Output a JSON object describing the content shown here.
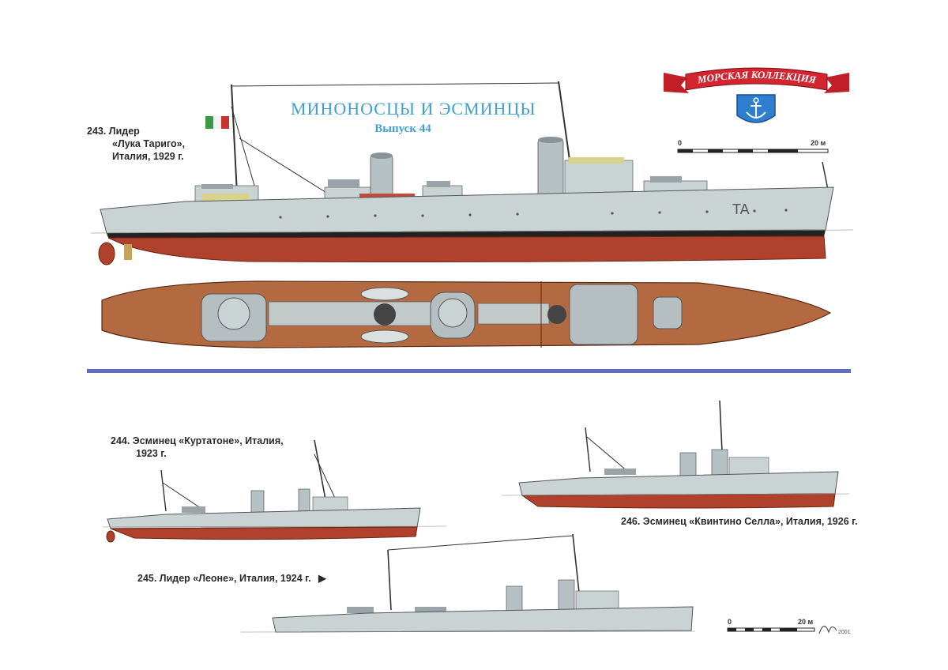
{
  "title": {
    "main": "МИНОНОСЦЫ И ЭСМИНЦЫ",
    "issue": "Выпуск 44"
  },
  "logo": {
    "banner_text": "МОРСКАЯ КОЛЛЕКЦИЯ",
    "emblem": "anchor-icon"
  },
  "ships": [
    {
      "caption_lines": [
        "243. Лидер",
        "«Лука Тариго»,",
        "Италия, 1929 г."
      ],
      "hull_marking": "TA"
    },
    {
      "caption_lines": [
        "244. Эсминец «Куртатоне», Италия,",
        "1923 г."
      ]
    },
    {
      "caption_lines": [
        "245. Лидер «Леоне», Италия, 1924 г."
      ],
      "pointer": "▶"
    },
    {
      "caption_lines": [
        "246. Эсминец «Квинтино Селла», Италия, 1926 г."
      ]
    }
  ],
  "scale_bars": [
    {
      "start_label": "0",
      "end_label": "20 м"
    },
    {
      "start_label": "0",
      "end_label": "20 м"
    }
  ],
  "signature": {
    "year": "2001"
  },
  "colors": {
    "title_blue": "#3f9fd6",
    "hull_grey": "#c9d3d3",
    "hull_red": "#b0412c",
    "deck_brown": "#b46a40",
    "divider_blue": "#5f6fc0",
    "banner_red": "#d3252f"
  }
}
